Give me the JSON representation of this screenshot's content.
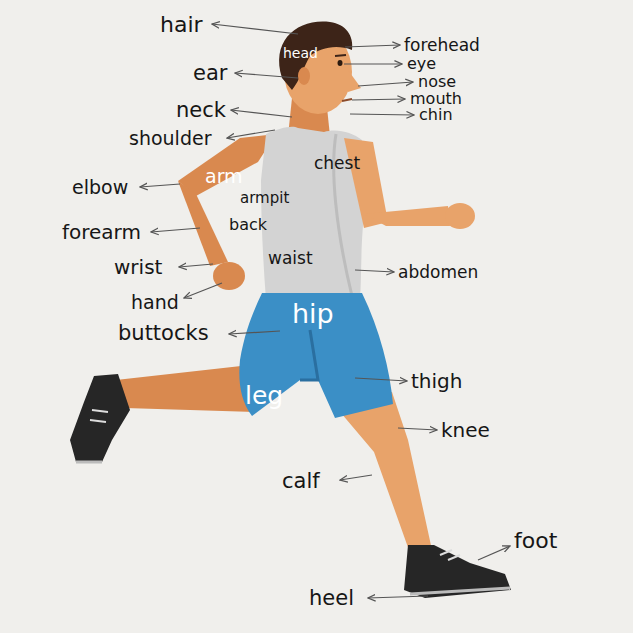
{
  "diagram": {
    "labels": [
      "hair",
      "head",
      "forehead",
      "eye",
      "ear",
      "nose",
      "mouth",
      "chin",
      "neck",
      "shoulder",
      "chest",
      "elbow",
      "arm",
      "armpit",
      "back",
      "forearm",
      "waist",
      "wrist",
      "abdomen",
      "hand",
      "hip",
      "buttocks",
      "thigh",
      "leg",
      "knee",
      "calf",
      "foot",
      "heel"
    ]
  }
}
